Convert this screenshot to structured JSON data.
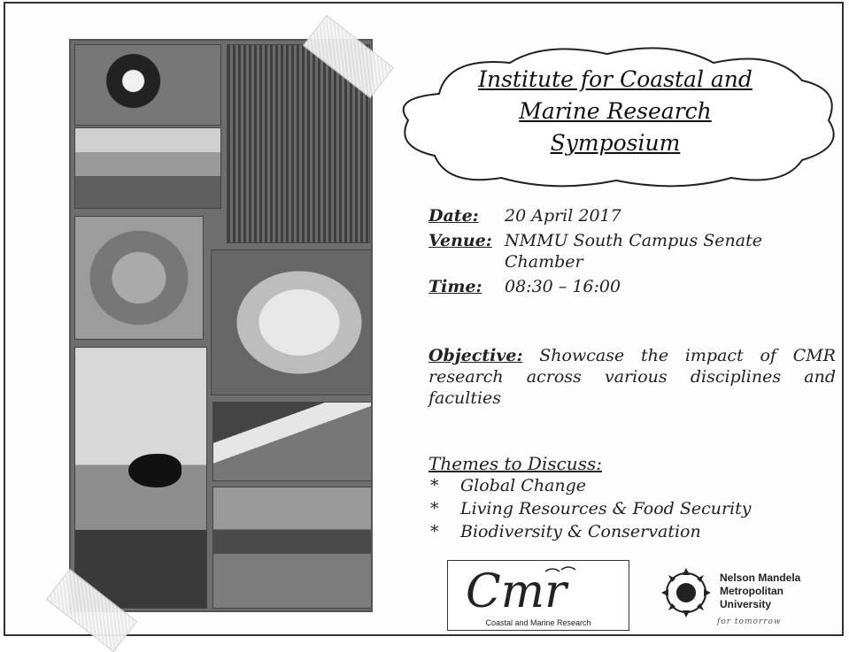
{
  "title": "Institute for Coastal and Marine Research Symposium",
  "title_lines": [
    "Institute for Coastal and",
    "Marine Research",
    "Symposium"
  ],
  "details": [
    {
      "label": "Date:",
      "value": "20 April 2017"
    },
    {
      "label": "Venue:",
      "value": "NMMU South Campus Senate Chamber"
    },
    {
      "label": "Time:",
      "value": "08:30 – 16:00"
    }
  ],
  "objective": {
    "label": "Objective:",
    "text": "Showcase the impact of CMR research across various disciplines and faculties"
  },
  "themes": {
    "heading": "Themes to Discuss:",
    "items": [
      "Global Change",
      "Living Resources & Food Security",
      "Biodiversity & Conservation"
    ],
    "bullet": "*"
  },
  "logos": {
    "cmr": {
      "mark": "CMR",
      "caption": "Coastal and Marine Research"
    },
    "nmmu": {
      "lines": [
        "Nelson Mandela",
        "Metropolitan",
        "University"
      ],
      "tagline": "for tomorrow"
    }
  }
}
